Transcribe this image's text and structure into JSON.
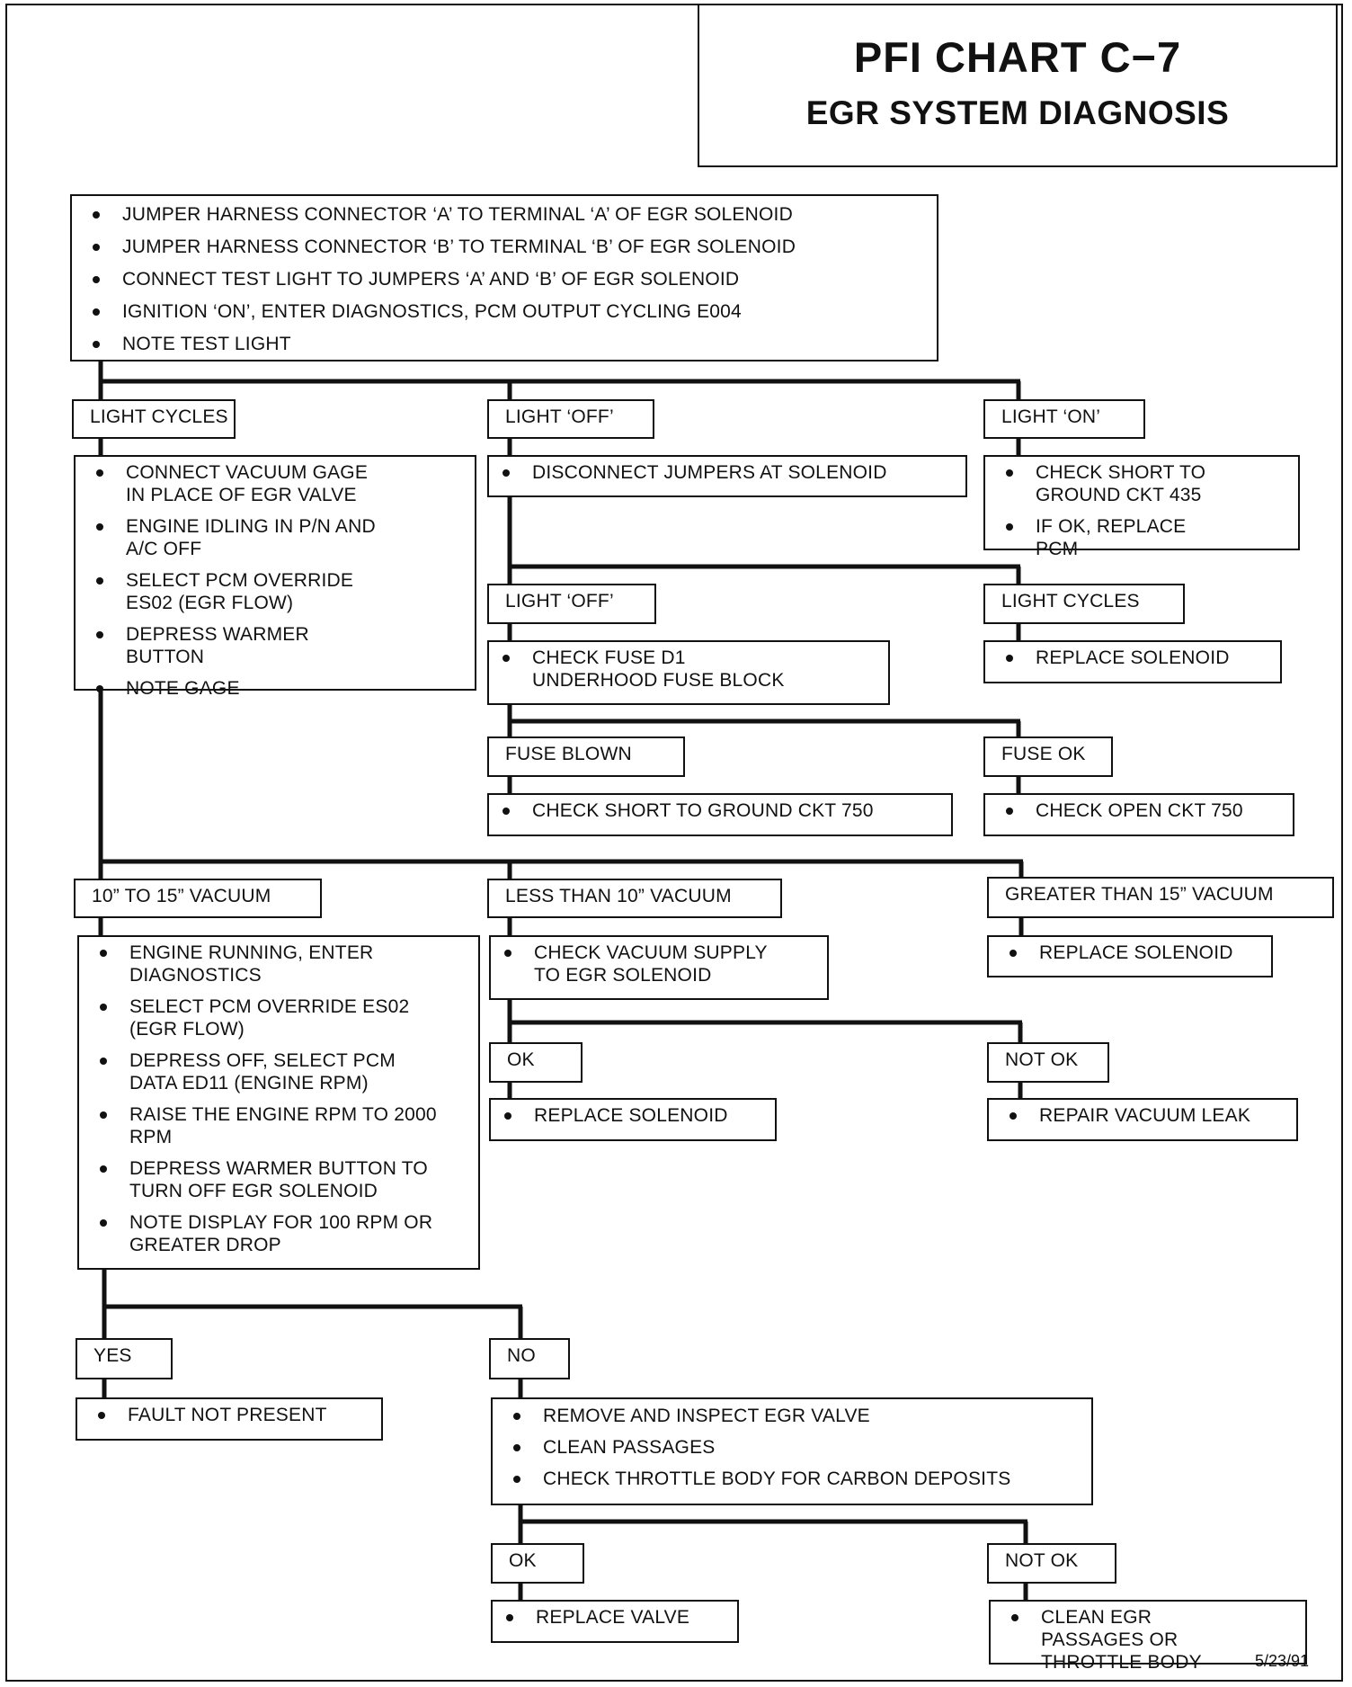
{
  "header": {
    "title": "PFI CHART C−7",
    "subtitle": "EGR SYSTEM DIAGNOSIS"
  },
  "start_steps": [
    "JUMPER HARNESS CONNECTOR ‘A’ TO TERMINAL ‘A’ OF EGR SOLENOID",
    "JUMPER HARNESS CONNECTOR ‘B’ TO TERMINAL ‘B’ OF EGR SOLENOID",
    "CONNECT TEST LIGHT TO JUMPERS ‘A’ AND ‘B’ OF EGR SOLENOID",
    "IGNITION ‘ON’, ENTER DIAGNOSTICS, PCM OUTPUT CYCLING E004",
    "NOTE TEST LIGHT"
  ],
  "branch1": {
    "light_cycles": {
      "label": "LIGHT CYCLES",
      "steps": [
        "CONNECT VACUUM GAGE IN PLACE OF EGR VALVE",
        "ENGINE IDLING IN P/N AND A/C OFF",
        "SELECT PCM OVERRIDE ES02 (EGR FLOW)",
        "DEPRESS WARMER  BUTTON",
        "NOTE GAGE"
      ]
    },
    "light_off": {
      "label": "LIGHT ‘OFF’",
      "steps": [
        "DISCONNECT JUMPERS AT SOLENOID"
      ]
    },
    "light_on": {
      "label": "LIGHT ‘ON’",
      "steps": [
        "CHECK SHORT TO GROUND CKT 435",
        "IF OK, REPLACE PCM"
      ]
    }
  },
  "branch2": {
    "light_off": {
      "label": "LIGHT ‘OFF’",
      "steps": [
        "CHECK FUSE D1 UNDERHOOD FUSE BLOCK"
      ]
    },
    "light_cycles": {
      "label": "LIGHT CYCLES",
      "steps": [
        "REPLACE SOLENOID"
      ]
    }
  },
  "branch3": {
    "fuse_blown": {
      "label": "FUSE BLOWN",
      "steps": [
        "CHECK SHORT TO GROUND CKT 750"
      ]
    },
    "fuse_ok": {
      "label": "FUSE OK",
      "steps": [
        "CHECK OPEN CKT 750"
      ]
    }
  },
  "branch4": {
    "vac_10_15": {
      "label": "10” TO 15” VACUUM",
      "steps": [
        "ENGINE RUNNING, ENTER DIAGNOSTICS",
        "SELECT PCM OVERRIDE ES02 (EGR FLOW)",
        "DEPRESS OFF,  SELECT PCM DATA ED11 (ENGINE RPM)",
        "RAISE THE ENGINE RPM TO 2000 RPM",
        "DEPRESS WARMER BUTTON TO TURN OFF EGR SOLENOID",
        "NOTE DISPLAY FOR 100 RPM OR GREATER DROP"
      ]
    },
    "vac_less_10": {
      "label": "LESS THAN 10” VACUUM",
      "steps": [
        "CHECK VACUUM SUPPLY TO EGR SOLENOID"
      ]
    },
    "vac_greater_15": {
      "label": "GREATER THAN 15” VACUUM",
      "steps": [
        "REPLACE SOLENOID"
      ]
    }
  },
  "branch5": {
    "ok": {
      "label": "OK",
      "steps": [
        "REPLACE SOLENOID"
      ]
    },
    "not_ok": {
      "label": "NOT OK",
      "steps": [
        "REPAIR VACUUM LEAK"
      ]
    }
  },
  "branch6": {
    "yes": {
      "label": "YES",
      "steps": [
        "FAULT NOT PRESENT"
      ]
    },
    "no": {
      "label": "NO",
      "steps": [
        "REMOVE AND INSPECT EGR VALVE",
        "CLEAN PASSAGES",
        "CHECK THROTTLE BODY FOR CARBON DEPOSITS"
      ]
    }
  },
  "branch7": {
    "ok": {
      "label": "OK",
      "steps": [
        "REPLACE VALVE"
      ]
    },
    "not_ok": {
      "label": "NOT OK",
      "steps": [
        "CLEAN EGR PASSAGES OR THROTTLE BODY"
      ]
    }
  },
  "footer": {
    "date": "5/23/91"
  }
}
